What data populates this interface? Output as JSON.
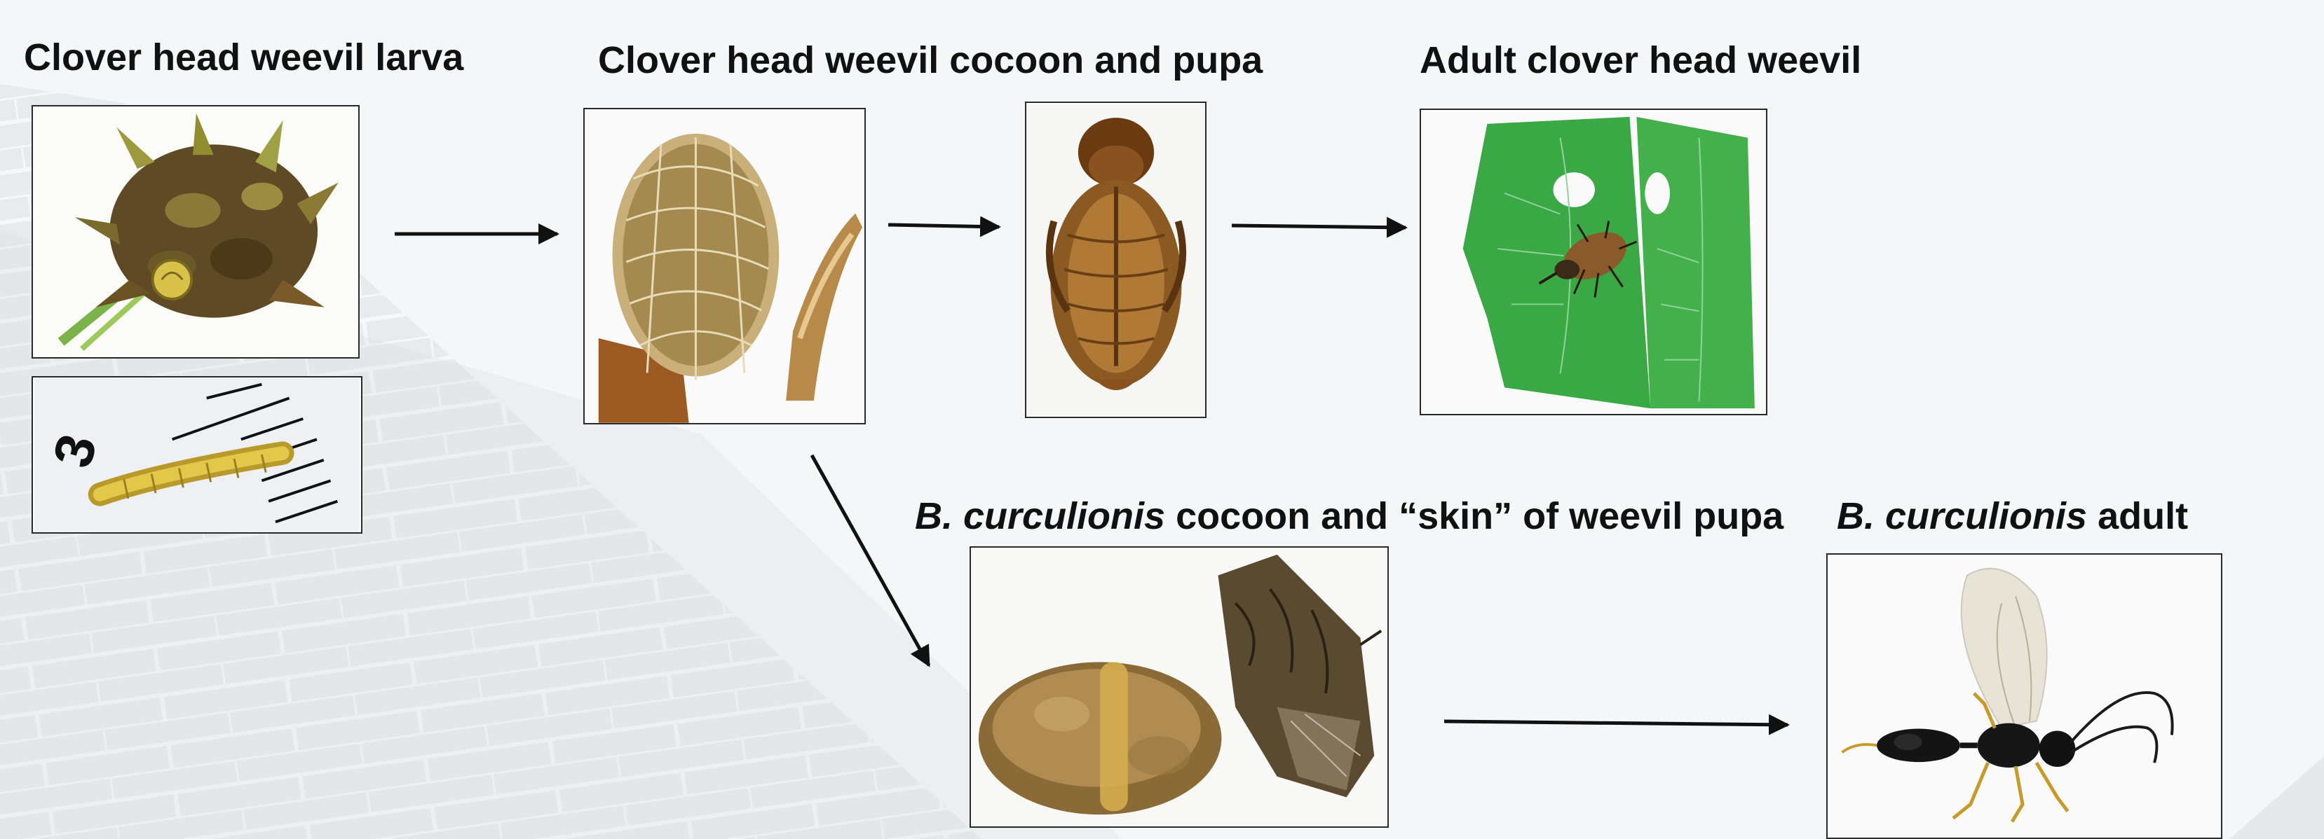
{
  "labels": {
    "larva": "Clover head weevil larva",
    "cocoon_pupa": "Clover head weevil cocoon and pupa",
    "adult_weevil": "Adult clover head weevil",
    "parasitoid_cocoon_genus": "B. curculionis",
    "parasitoid_cocoon_rest": " cocoon and “skin” of weevil pupa",
    "parasitoid_adult_genus": "B. curculionis",
    "parasitoid_adult_rest": " adult"
  },
  "ruler_digit": "3",
  "colors": {
    "background": "#f4f5f6",
    "leaf_green": "#3aa845",
    "weevil_brown": "#8a5a2a",
    "arrow": "#111111"
  }
}
